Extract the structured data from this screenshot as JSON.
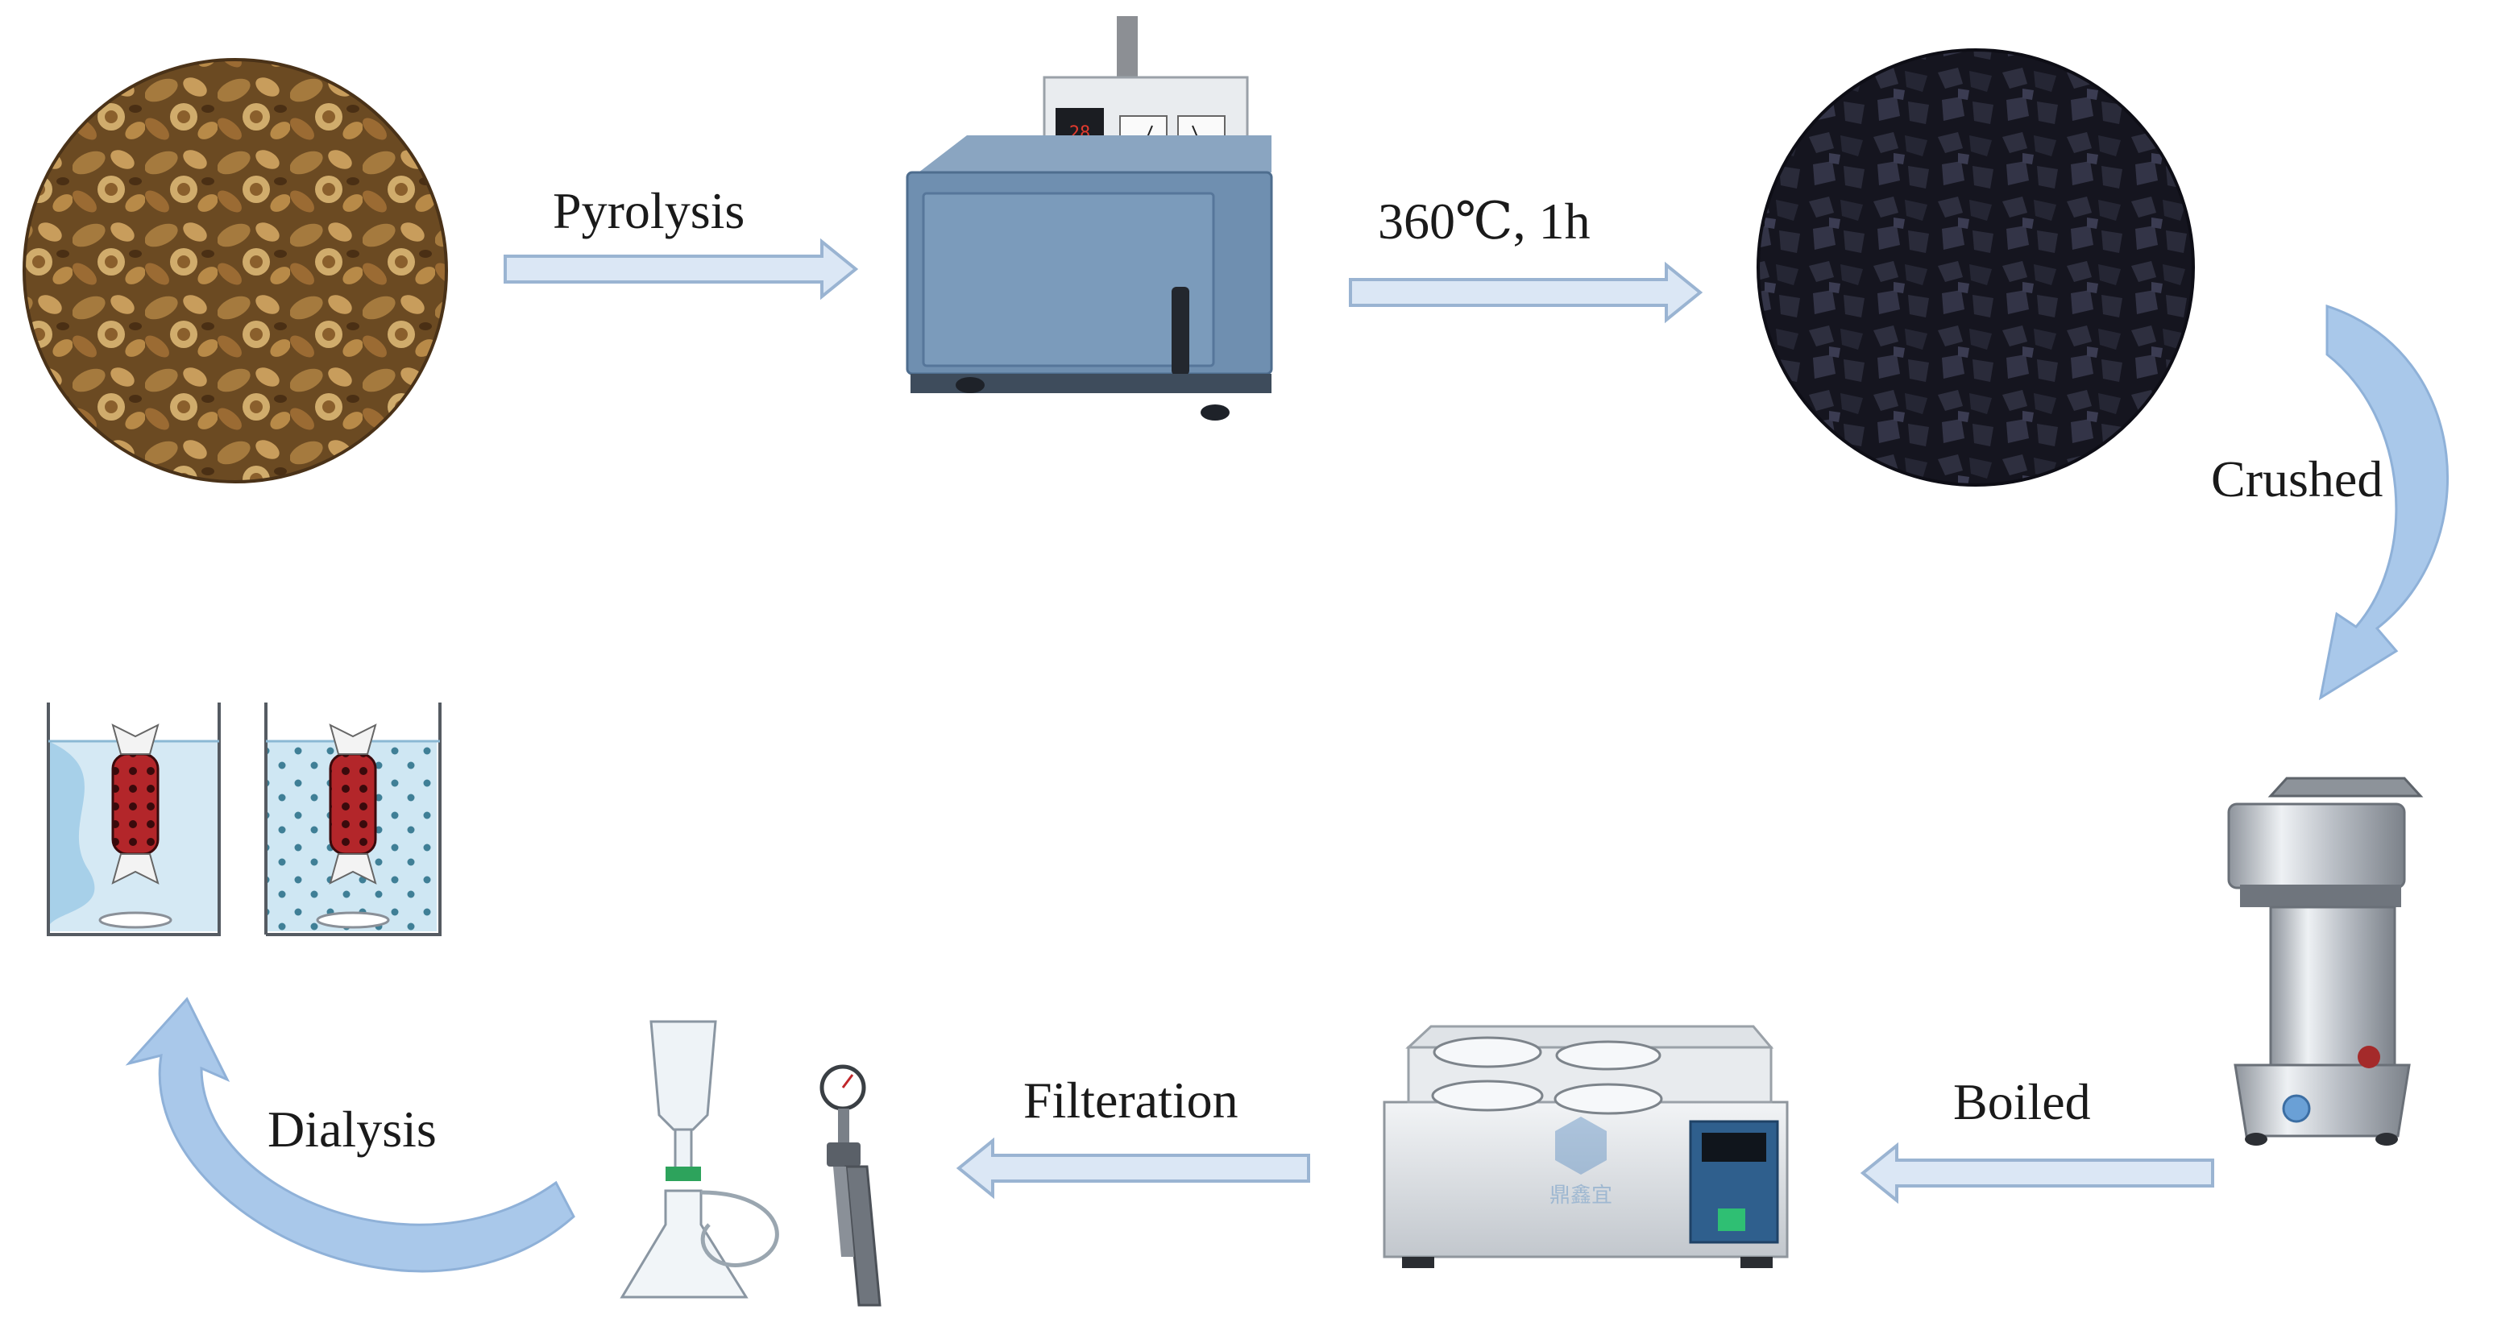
{
  "steps": {
    "pyrolysis": "Pyrolysis",
    "temperature_time": "360℃,  1h",
    "crushed": "Crushed",
    "boiled": "Boiled",
    "filteration": "Filteration",
    "dialysis": "Dialysis"
  },
  "equipment": {
    "heater_brand": "鼎鑫宜"
  },
  "colors": {
    "arrow_fill": "#dbe7f5",
    "arrow_stroke": "#9ab4d2",
    "curved_arrow": "#a9c8ea",
    "raw_material": "#6b4a22",
    "carbonized": "#1c1c28",
    "furnace_body": "#6f8fb0",
    "bag_red": "#b3262a",
    "water": "#cfe7f3"
  }
}
